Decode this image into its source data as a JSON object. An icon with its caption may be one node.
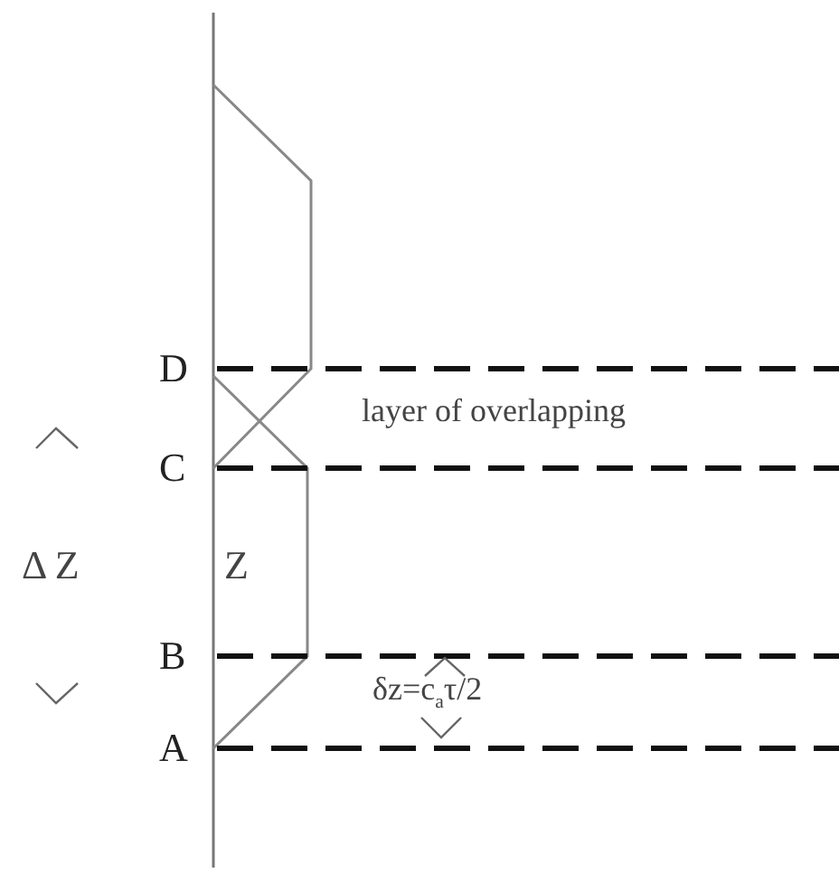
{
  "diagram": {
    "labels": [
      "D",
      "C",
      "B",
      "A",
      "layer of overlapping",
      "Δ Z",
      "Z",
      "δz=c$_{a}$τ/2"
    ]
  }
}
